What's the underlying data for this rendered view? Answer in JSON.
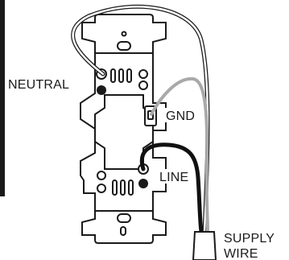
{
  "labels": {
    "neutral": "NEUTRAL",
    "ground": "GND",
    "line": "LINE",
    "supply_line1": "SUPPLY",
    "supply_line2": "WIRE"
  },
  "colors": {
    "outline": "#1a1a1a",
    "neutral_wire": "#ffffff",
    "ground_wire": "#a9a9a9",
    "line_wire": "#111111",
    "background": "#ffffff"
  }
}
